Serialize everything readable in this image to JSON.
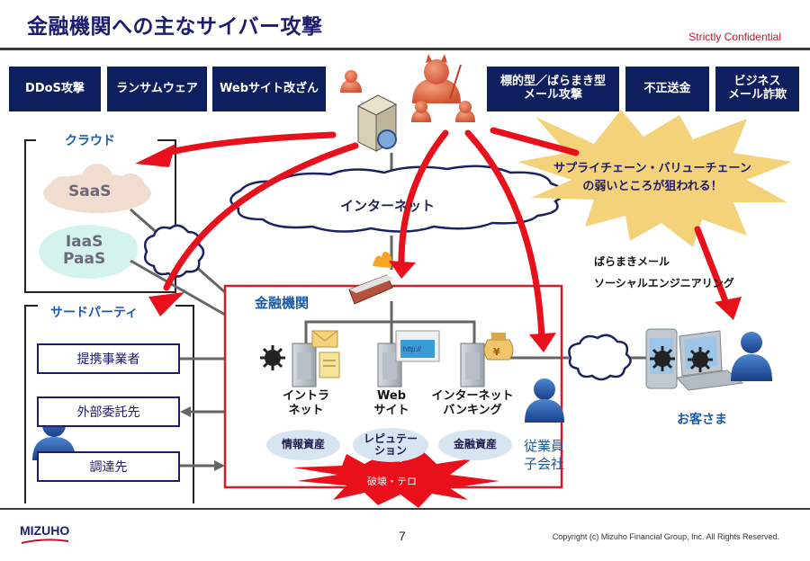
{
  "header": {
    "title": "金融機関への主なサイバー攻撃",
    "confidential": "Strictly Confidential"
  },
  "attack_types": [
    {
      "label": "DDoS攻撃"
    },
    {
      "label": "ランサムウェア"
    },
    {
      "label": "Webサイト改ざん"
    },
    {
      "label": "標的型／ばらまき型\nメール攻撃"
    },
    {
      "label": "不正送金"
    },
    {
      "label": "ビジネス\nメール詐欺"
    }
  ],
  "cloud": {
    "heading": "クラウド",
    "saas": "SaaS",
    "iaas_paas": "IaaS\nPaaS"
  },
  "third_party": {
    "heading": "サードパーティ",
    "items": [
      {
        "label": "提携事業者"
      },
      {
        "label": "外部委託先"
      },
      {
        "label": "調達先"
      }
    ]
  },
  "internet": {
    "label": "インターネット"
  },
  "callout": {
    "text": "サプライチェーン・バリューチェーン\nの弱いところが狙われる！",
    "fill": "#f3d27a"
  },
  "customer_attacks": {
    "line1": "ばらまきメール",
    "line2": "ソーシャルエンジニアリング"
  },
  "institution": {
    "heading": "金融機関",
    "servers": [
      {
        "label": "イントラ\nネット",
        "asset": "情報資産"
      },
      {
        "label": "Web\nサイト",
        "asset": "レピュテー\nション"
      },
      {
        "label": "インターネット\nバンキング",
        "asset": "金融資産"
      }
    ],
    "employees": "従業員\n子会社",
    "destruction": "破壊・テロ",
    "browser_text": "http://"
  },
  "customers": {
    "label": "お客さま"
  },
  "footer": {
    "logo": "MIZUHO",
    "page": "7",
    "copyright": "Copyright (c) Mizuho Financial Group, Inc. All Rights Reserved."
  },
  "colors": {
    "navy": "#0d1f5c",
    "attack_red": "#e8101a",
    "accent_blue": "#1b5aa5",
    "confidential_red": "#c0142c"
  }
}
